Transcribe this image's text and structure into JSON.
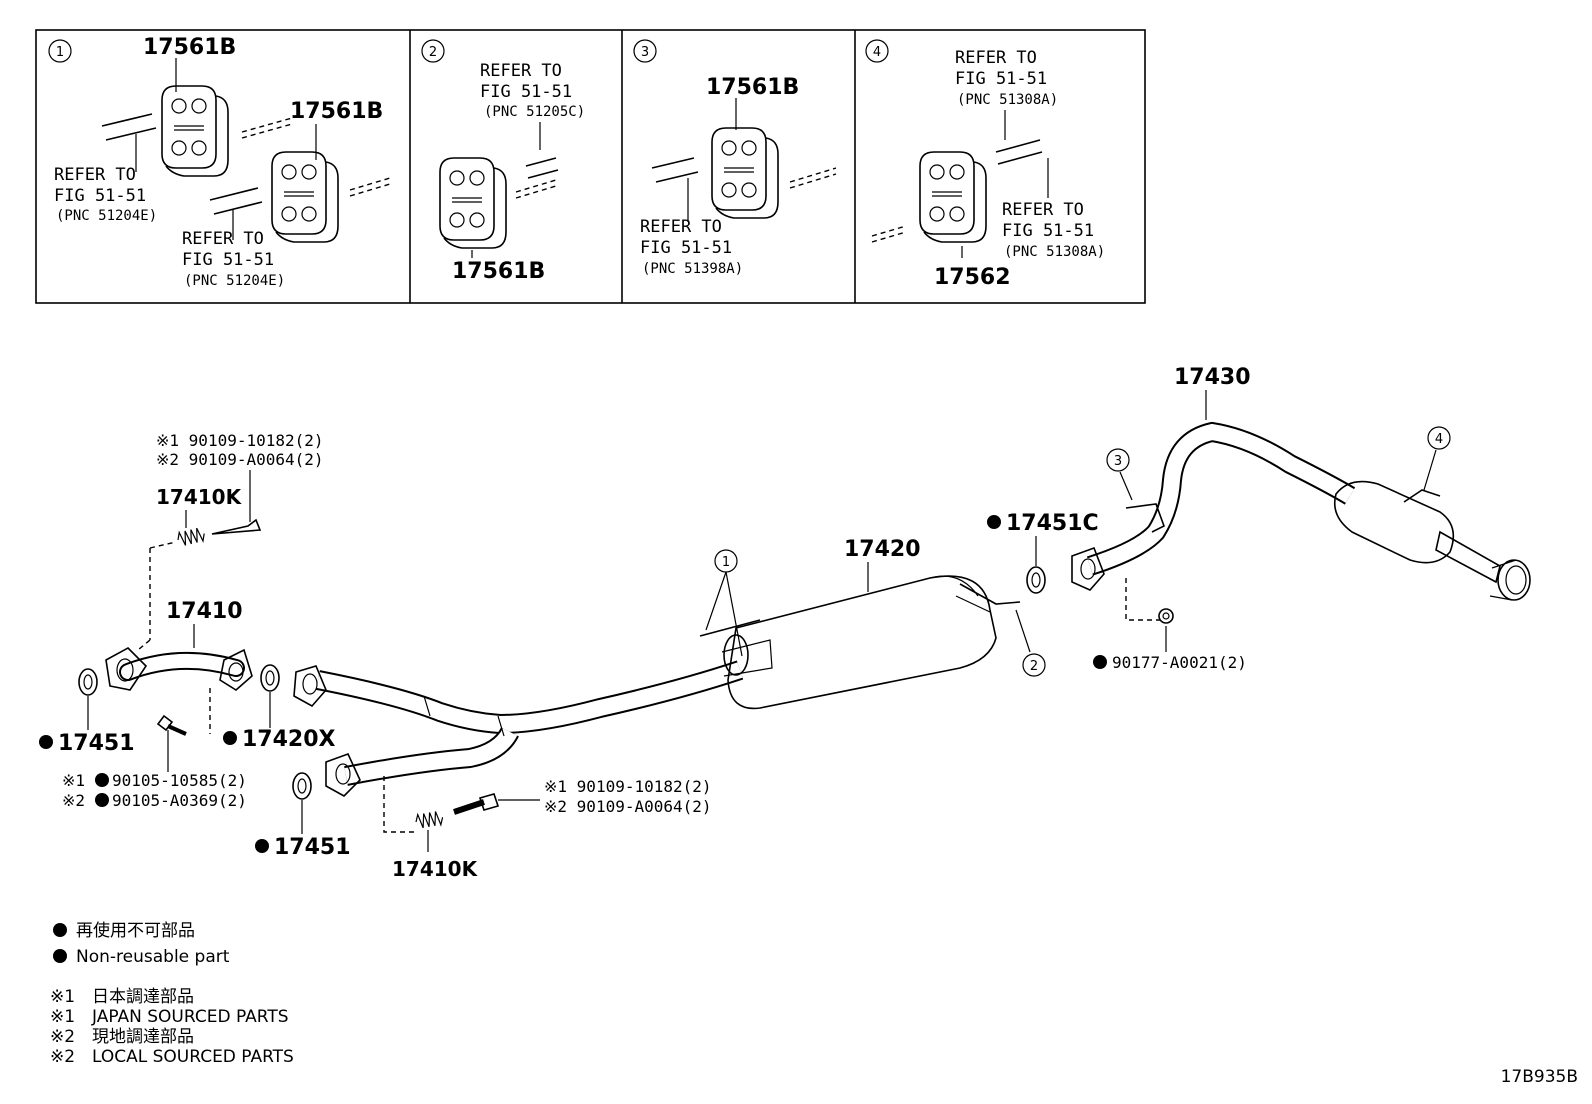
{
  "insets": [
    {
      "index": "1",
      "labels": {
        "part_a": "17561B",
        "part_b": "17561B",
        "ref1_line1": "REFER TO",
        "ref1_line2": "FIG 51-51",
        "ref1_pnc": "(PNC 51204E)",
        "ref2_line1": "REFER TO",
        "ref2_line2": "FIG 51-51",
        "ref2_pnc": "(PNC 51204E)"
      }
    },
    {
      "index": "2",
      "labels": {
        "ref_line1": "REFER TO",
        "ref_line2": "FIG 51-51",
        "ref_pnc": "(PNC 51205C)",
        "part": "17561B"
      }
    },
    {
      "index": "3",
      "labels": {
        "part": "17561B",
        "ref_line1": "REFER TO",
        "ref_line2": "FIG 51-51",
        "ref_pnc": "(PNC 51398A)"
      }
    },
    {
      "index": "4",
      "labels": {
        "ref1_line1": "REFER TO",
        "ref1_line2": "FIG 51-51",
        "ref1_pnc": "(PNC 51308A)",
        "ref2_line1": "REFER TO",
        "ref2_line2": "FIG 51-51",
        "ref2_pnc": "(PNC 51308A)",
        "part": "17562"
      }
    }
  ],
  "main": {
    "bolt_top_code1": "※1 90109-10182(2)",
    "bolt_top_code2": "※2 90109-A0064(2)",
    "spring_top": "17410K",
    "front_pipe": "17410",
    "gasket_left": "17451",
    "gasket_mid": "17420X",
    "bolt_left_code1": "※1",
    "bolt_left_code1_pn": "90105-10585(2)",
    "bolt_left_code2": "※2",
    "bolt_left_code2_pn": "90105-A0369(2)",
    "gasket_lower": "17451",
    "spring_bottom": "17410K",
    "bolt_bottom_code1": "※1 90109-10182(2)",
    "bolt_bottom_code2": "※2 90109-A0064(2)",
    "center_muffler": "17420",
    "gasket_right": "17451C",
    "tail_pipe": "17430",
    "nut_right": "90177-A0021(2)",
    "callout_1": "1",
    "callout_2": "2",
    "callout_3": "3",
    "callout_4": "4"
  },
  "legend": {
    "nonreusable_jp": "再使用不可部品",
    "nonreusable_en": "Non-reusable part",
    "note1_mark": "※1",
    "note1_jp": "日本調達部品",
    "note1_en": "JAPAN SOURCED PARTS",
    "note2_mark": "※2",
    "note2_jp": "現地調達部品",
    "note2_en": "LOCAL SOURCED PARTS"
  },
  "figure_id": "17B935B"
}
